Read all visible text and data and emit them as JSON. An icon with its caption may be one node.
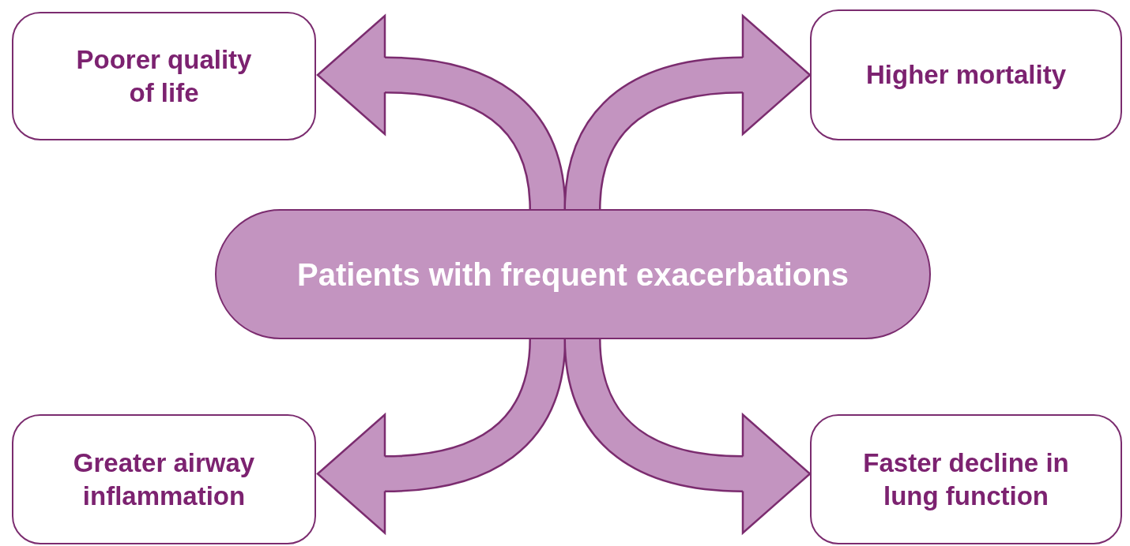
{
  "diagram": {
    "nodes": [
      {
        "text": [
          "Poorer quality of life"
        ]
      },
      {
        "text": [
          "Higher mortality"
        ]
      },
      {
        "text": [
          "Patients with frequent exacerbations"
        ]
      },
      {
        "text": [
          "Greater airway inflammation"
        ]
      },
      {
        "text": [
          "Faster decline in lung function"
        ]
      }
    ],
    "edges": [
      {
        "from": 2,
        "to": 0,
        "arrow": "to"
      },
      {
        "from": 2,
        "to": 1,
        "arrow": "to"
      },
      {
        "from": 2,
        "to": 3,
        "arrow": "to"
      },
      {
        "from": 2,
        "to": 4,
        "arrow": "to"
      }
    ]
  }
}
